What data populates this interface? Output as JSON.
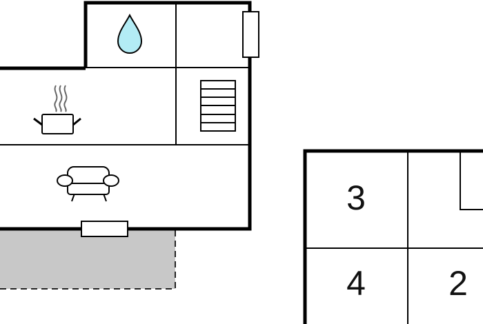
{
  "floorplan": {
    "room_numbers": {
      "room_3": "3",
      "room_4": "4",
      "room_2": "2"
    },
    "icons": [
      "water-drop-icon",
      "cooking-pot-icon",
      "staircase-icon",
      "sofa-icon",
      "window-icon"
    ],
    "colors": {
      "wall": "#000000",
      "water_fill": "#b3ecf5",
      "terrace_fill": "#c8c8c8",
      "background": "#ffffff"
    }
  }
}
